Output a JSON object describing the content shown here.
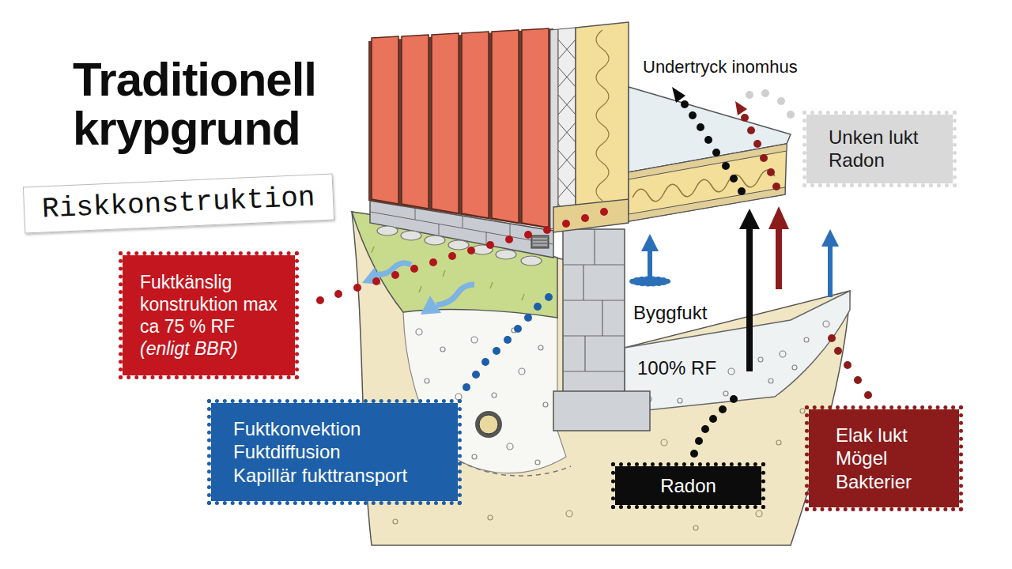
{
  "diagram": {
    "title": "Traditionell krypgrund",
    "nodes": [
      {
        "text": [
          "Riskkonstruktion"
        ]
      },
      {
        "text": [
          "Unken lukt",
          "Radon"
        ]
      },
      {
        "text": [
          "Fuktkänslig konstruktion max ca 75 % RF",
          "(enligt BBR)"
        ]
      },
      {
        "text": [
          "Fuktkonvektion",
          "Fuktdiffusion",
          "Kapillär fukttransport"
        ]
      },
      {
        "text": [
          "Radon"
        ]
      },
      {
        "text": [
          "Elak lukt",
          "Mögel",
          "Bakterier"
        ]
      }
    ],
    "labels": [
      "Undertryck inomhus",
      "Byggfukt",
      "100% RF"
    ]
  }
}
